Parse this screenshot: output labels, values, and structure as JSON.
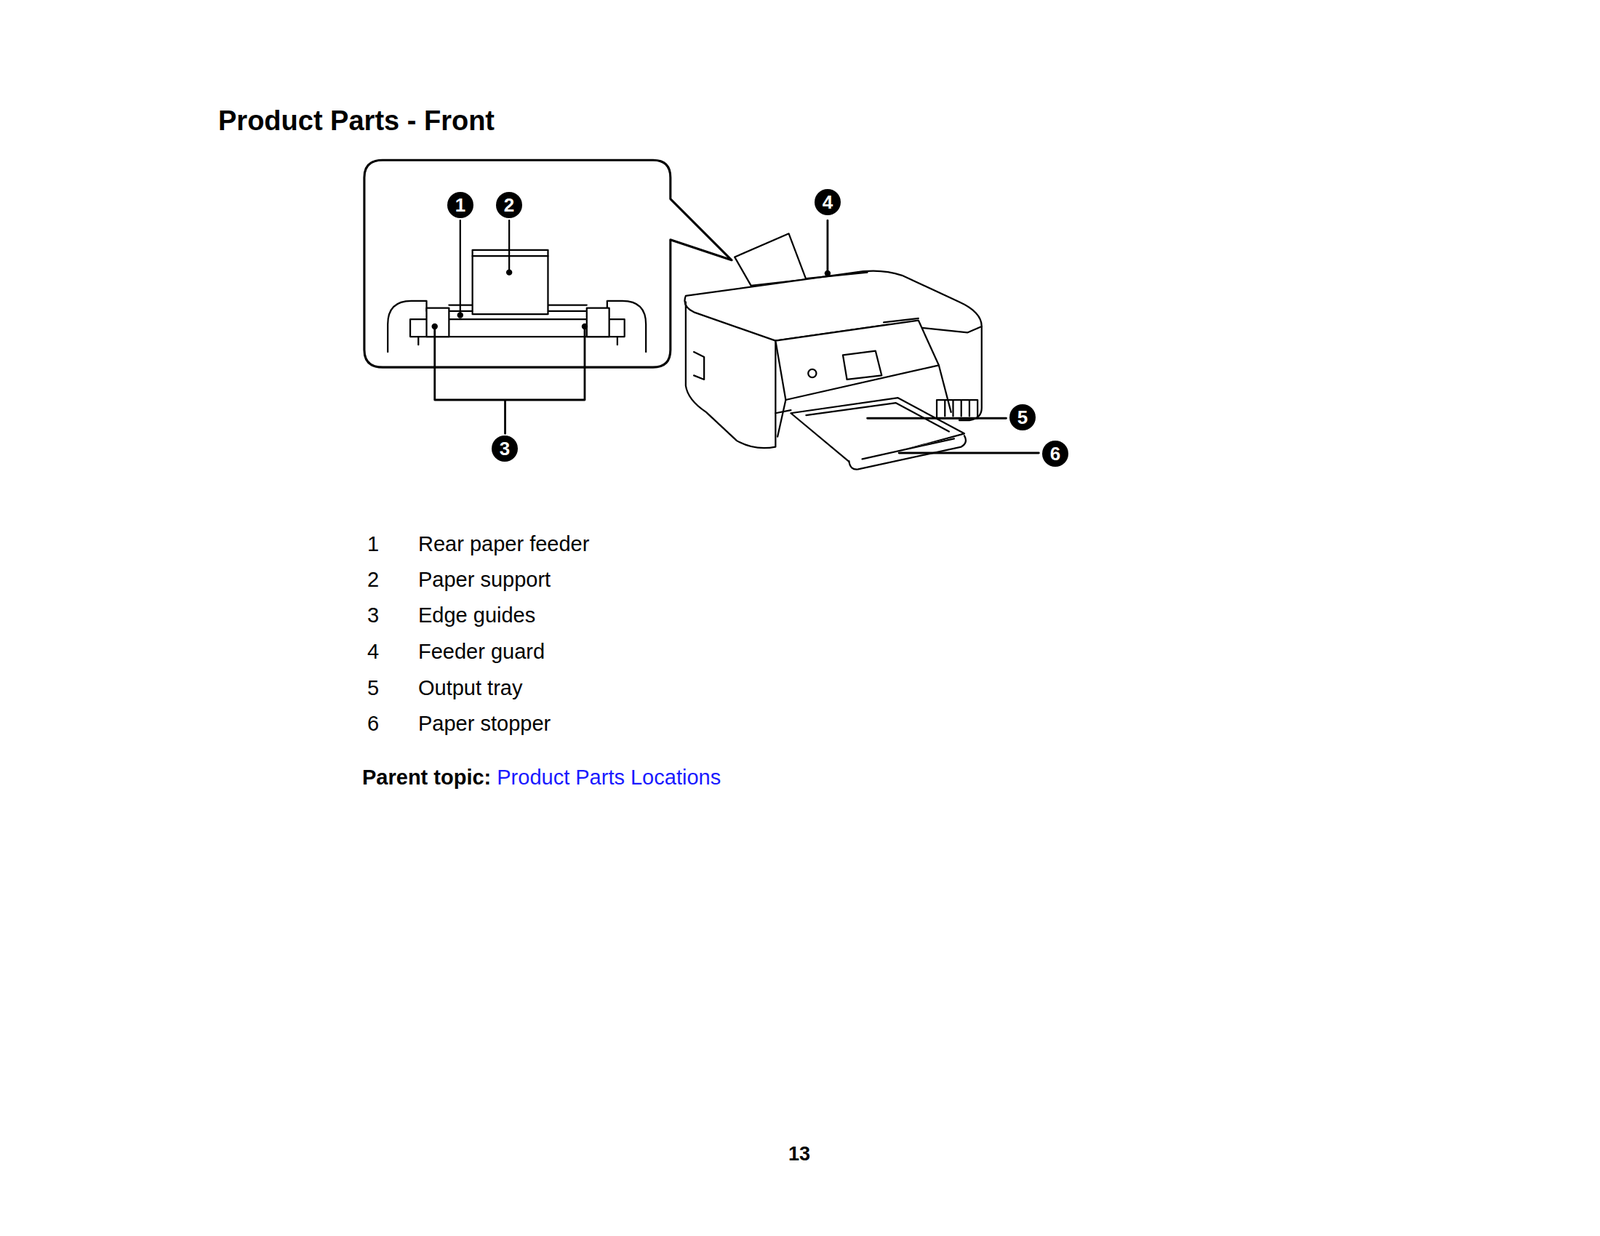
{
  "diagram": {
    "title": "Product Parts - Front",
    "nodes": [
      {
        "text": [
          "1"
        ]
      },
      {
        "text": [
          "2"
        ]
      },
      {
        "text": [
          "3"
        ]
      },
      {
        "text": [
          "4"
        ]
      },
      {
        "text": [
          "5"
        ]
      },
      {
        "text": [
          "6"
        ]
      }
    ],
    "labels": [
      "1",
      "Rear paper feeder",
      "2",
      "Paper support",
      "3",
      "Edge guides",
      "4",
      "Feeder guard",
      "5",
      "Output tray",
      "6",
      "Paper stopper",
      "Parent topic:",
      "Product Parts Locations",
      "13"
    ]
  }
}
